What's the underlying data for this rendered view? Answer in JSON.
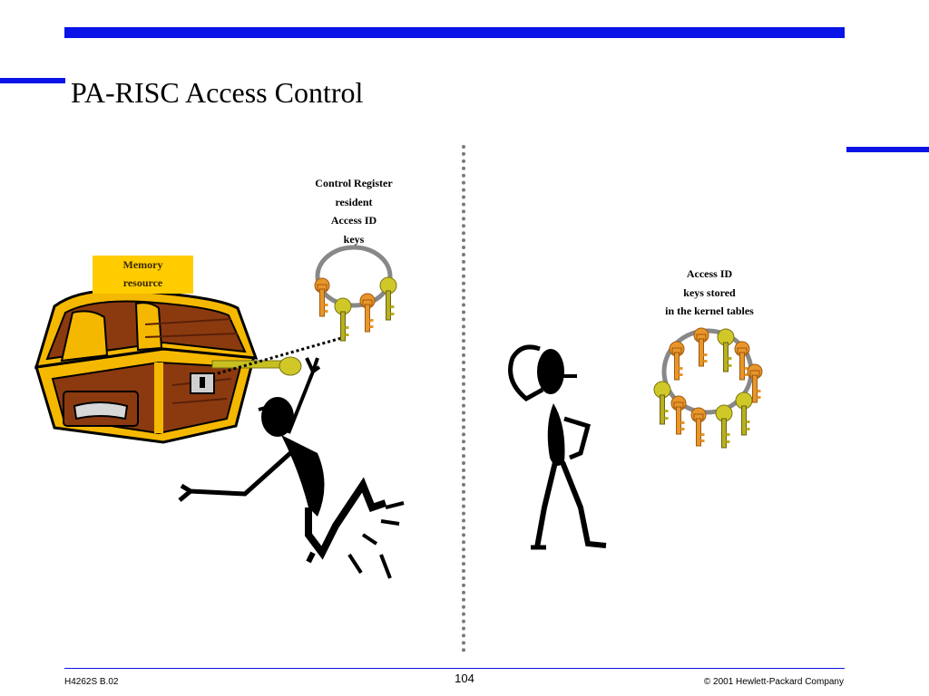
{
  "slide": {
    "title": "PA-RISC Access Control"
  },
  "labels": {
    "control_register": [
      "Control Register",
      "resident",
      "Access ID",
      "keys"
    ],
    "kernel_tables": [
      "Access ID",
      "keys stored",
      "in the kernel tables"
    ],
    "memory_resource": [
      "Memory",
      "resource"
    ]
  },
  "footer": {
    "course_code": "H4262S B.02",
    "page_number": "104",
    "copyright": "© 2001 Hewlett-Packard Company"
  },
  "colors": {
    "accent_bar": "#0a14e6",
    "memory_box": "#ffcc00",
    "key_orange": "#e8962a",
    "key_olive": "#c8c020",
    "chest_gold": "#f5b800",
    "chest_wood": "#8b3a10"
  },
  "icons": {
    "treasure_chest": "treasure-chest-icon",
    "key_ring": "key-ring-icon",
    "stick_figure_reaching": "stick-figure-reaching-icon",
    "stick_figure_thinking": "stick-figure-thinking-icon"
  }
}
